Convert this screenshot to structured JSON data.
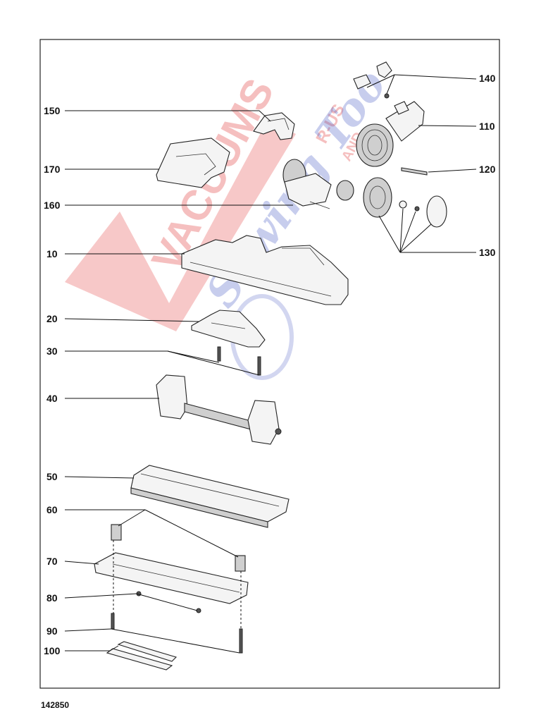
{
  "document_number": "142850",
  "watermark": {
    "brand_word": "VACUUMS",
    "brand_suffix": "R-US",
    "brand_conjunction": "AND",
    "brand_script": "Sewing Too",
    "colors": {
      "red": "#e23b3b",
      "blue": "#4a5bc4"
    }
  },
  "part_labels": [
    {
      "id": "label-140",
      "text": "140"
    },
    {
      "id": "label-150",
      "text": "150"
    },
    {
      "id": "label-110",
      "text": "110"
    },
    {
      "id": "label-170",
      "text": "170"
    },
    {
      "id": "label-120",
      "text": "120"
    },
    {
      "id": "label-160",
      "text": "160"
    },
    {
      "id": "label-10",
      "text": "10"
    },
    {
      "id": "label-130",
      "text": "130"
    },
    {
      "id": "label-20",
      "text": "20"
    },
    {
      "id": "label-30",
      "text": "30"
    },
    {
      "id": "label-40",
      "text": "40"
    },
    {
      "id": "label-50",
      "text": "50"
    },
    {
      "id": "label-60",
      "text": "60"
    },
    {
      "id": "label-70",
      "text": "70"
    },
    {
      "id": "label-80",
      "text": "80"
    },
    {
      "id": "label-90",
      "text": "90"
    },
    {
      "id": "label-100",
      "text": "100"
    }
  ]
}
